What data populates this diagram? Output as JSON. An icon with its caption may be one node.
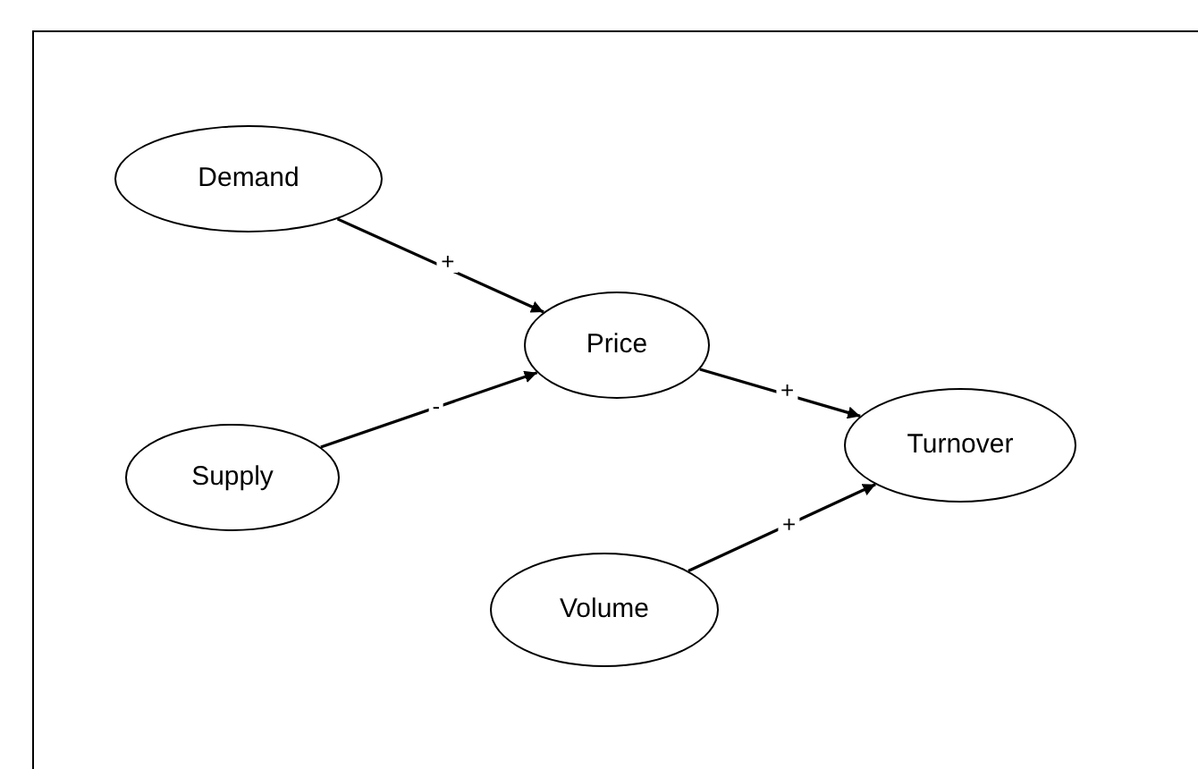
{
  "diagram": {
    "nodes": [
      {
        "text": [
          "Demand"
        ]
      },
      {
        "text": [
          "Price"
        ]
      },
      {
        "text": [
          "Supply"
        ]
      },
      {
        "text": [
          "Turnover"
        ]
      },
      {
        "text": [
          "Volume"
        ]
      }
    ],
    "edges": [
      {
        "from": 0,
        "to": 1,
        "arrow": "to",
        "label": "+"
      },
      {
        "from": 2,
        "to": 1,
        "arrow": "to",
        "label": "-"
      },
      {
        "from": 1,
        "to": 3,
        "arrow": "to",
        "label": "+"
      },
      {
        "from": 4,
        "to": 3,
        "arrow": "to",
        "label": "+"
      }
    ]
  }
}
